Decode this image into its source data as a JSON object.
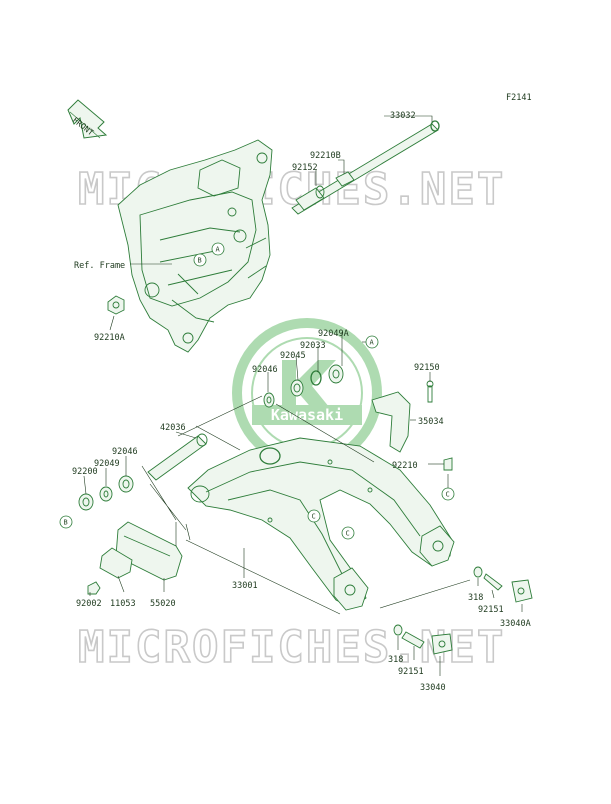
{
  "figure_code": "F2141",
  "front_arrow_label": "FRONT",
  "watermark_text": "MICROFICHES.NET",
  "logo_text": "Kawasaki",
  "ref_label": "Ref. Frame",
  "parts": {
    "p33032": "33032",
    "p92210B": "92210B",
    "p92152": "92152",
    "p92210A": "92210A",
    "p92049A": "92049A",
    "p92033": "92033",
    "p92045": "92045",
    "p92046_top": "92046",
    "p92150": "92150",
    "p35034": "35034",
    "p42036": "42036",
    "p92046_left": "92046",
    "p92049": "92049",
    "p92200": "92200",
    "p92210": "92210",
    "p11053": "11053",
    "p55020": "55020",
    "p33001": "33001",
    "p92002": "92002",
    "p318_a": "318",
    "p92151_a": "92151",
    "p33040A": "33040A",
    "p318_b": "318",
    "p92151_b": "92151",
    "p33040": "33040"
  },
  "callouts": {
    "a1": "A",
    "a2": "A",
    "b1": "B",
    "b2": "B",
    "c1": "C",
    "c2": "C",
    "c3": "C"
  },
  "colors": {
    "line_art": "#2e7d3a",
    "label_text": "#1e3a1e",
    "logo": "#6dbf72",
    "watermark": "#c9c9c9"
  }
}
